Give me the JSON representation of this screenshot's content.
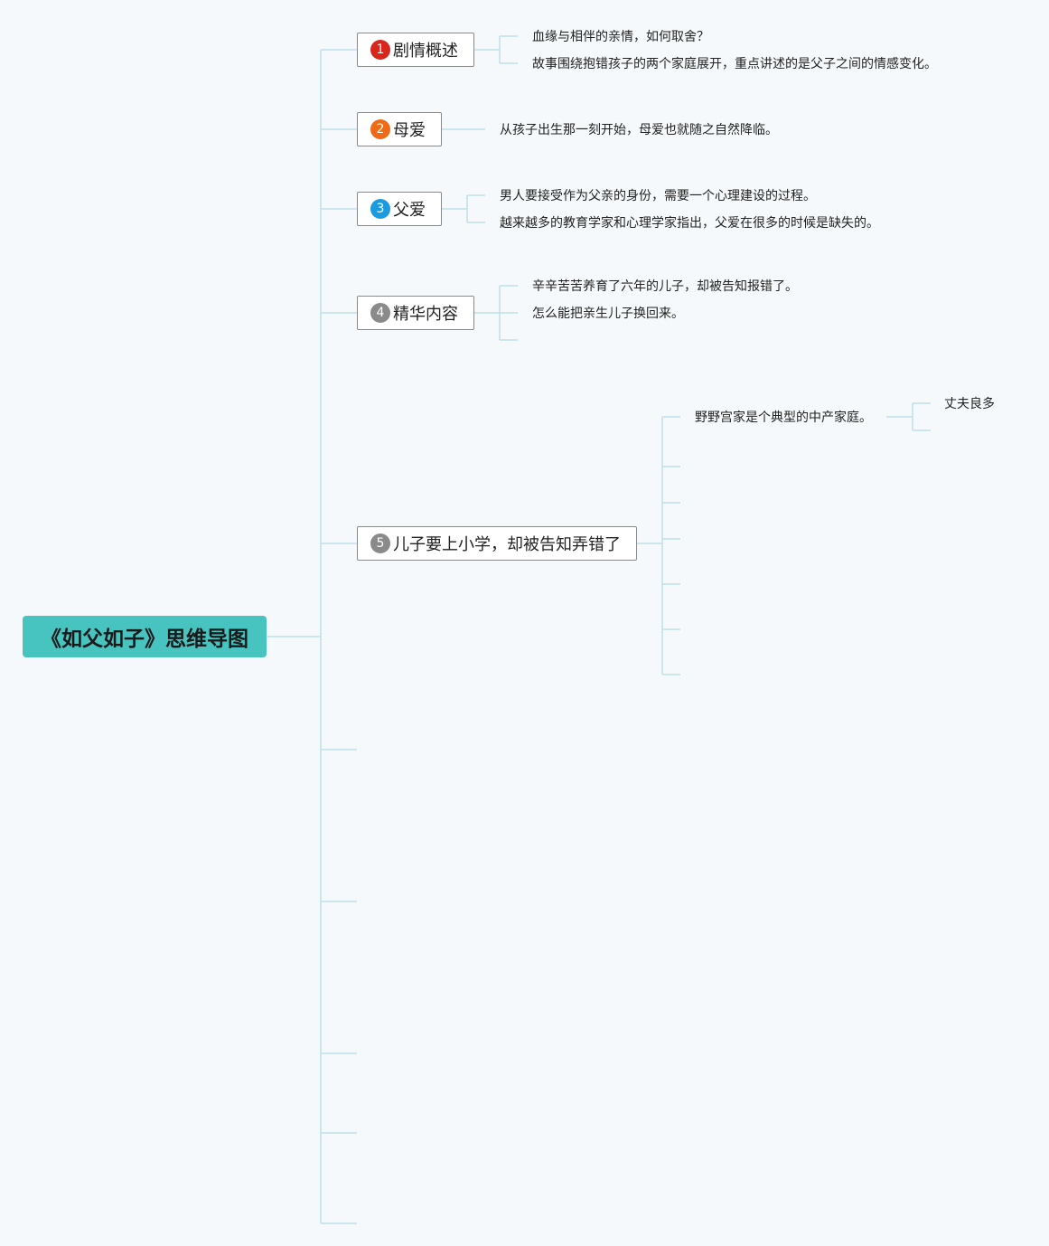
{
  "root": {
    "label": "《如父如子》思维导图",
    "color": "#47c3c0"
  },
  "line_color": "#bfe0ea",
  "topics": [
    {
      "id": "t1",
      "number": "1",
      "label": "剧情概述",
      "badge_color": "#d9261c",
      "children": [
        "血缘与相伴的亲情，如何取舍？",
        "故事围绕抱错孩子的两个家庭展开，重点讲述的是父子之间的情感变化。"
      ]
    },
    {
      "id": "t2",
      "number": "2",
      "label": "母爱",
      "badge_color": "#ee6a16",
      "children": [
        "从孩子出生那一刻开始，母爱也就随之自然降临。"
      ]
    },
    {
      "id": "t3",
      "number": "3",
      "label": "父爱",
      "badge_color": "#1a9be0",
      "children": [
        "男人要接受作为父亲的身份，需要一个心理建设的过程。",
        "越来越多的教育学家和心理学家指出，父爱在很多的时候是缺失的。"
      ]
    },
    {
      "id": "t4",
      "number": "4",
      "label": "精华内容",
      "badge_color": "#8a8a8a",
      "children": [
        "辛辛苦苦养育了六年的儿子，却被告知报错了。",
        "怎么能把亲生儿子换回来。"
      ]
    },
    {
      "id": "t5",
      "number": "5",
      "label": "儿子要上小学，却被告知弄错了",
      "badge_color": "#8a8a8a",
      "children": [
        "野野宫家是个典型的中产家庭。"
      ],
      "grandchild": "丈夫良多"
    }
  ]
}
